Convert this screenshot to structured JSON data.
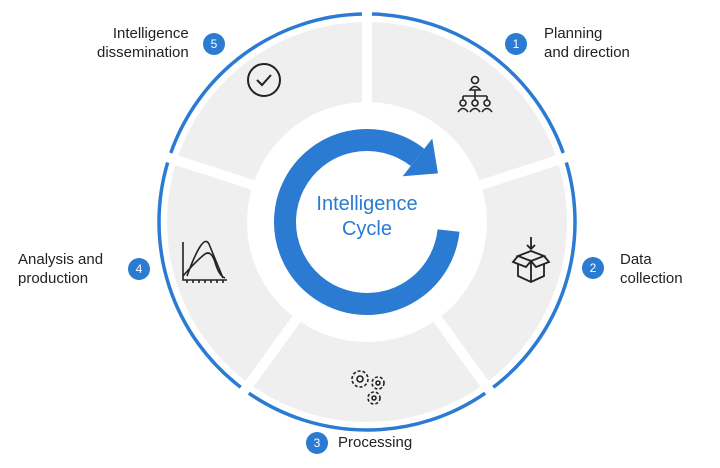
{
  "title_line1": "Intelligence",
  "title_line2": "Cycle",
  "colors": {
    "accent": "#2a7bd1",
    "segment": "#efefef",
    "text": "#222222"
  },
  "steps": [
    {
      "number": "1",
      "line1": "Planning",
      "line2": "and direction",
      "icon": "org-chart-icon"
    },
    {
      "number": "2",
      "line1": "Data",
      "line2": "collection",
      "icon": "box-download-icon"
    },
    {
      "number": "3",
      "line1": "Processing",
      "line2": "",
      "icon": "gears-icon"
    },
    {
      "number": "4",
      "line1": "Analysis and",
      "line2": "production",
      "icon": "distribution-chart-icon"
    },
    {
      "number": "5",
      "line1": "Intelligence",
      "line2": "dissemination",
      "icon": "check-circle-icon"
    }
  ]
}
